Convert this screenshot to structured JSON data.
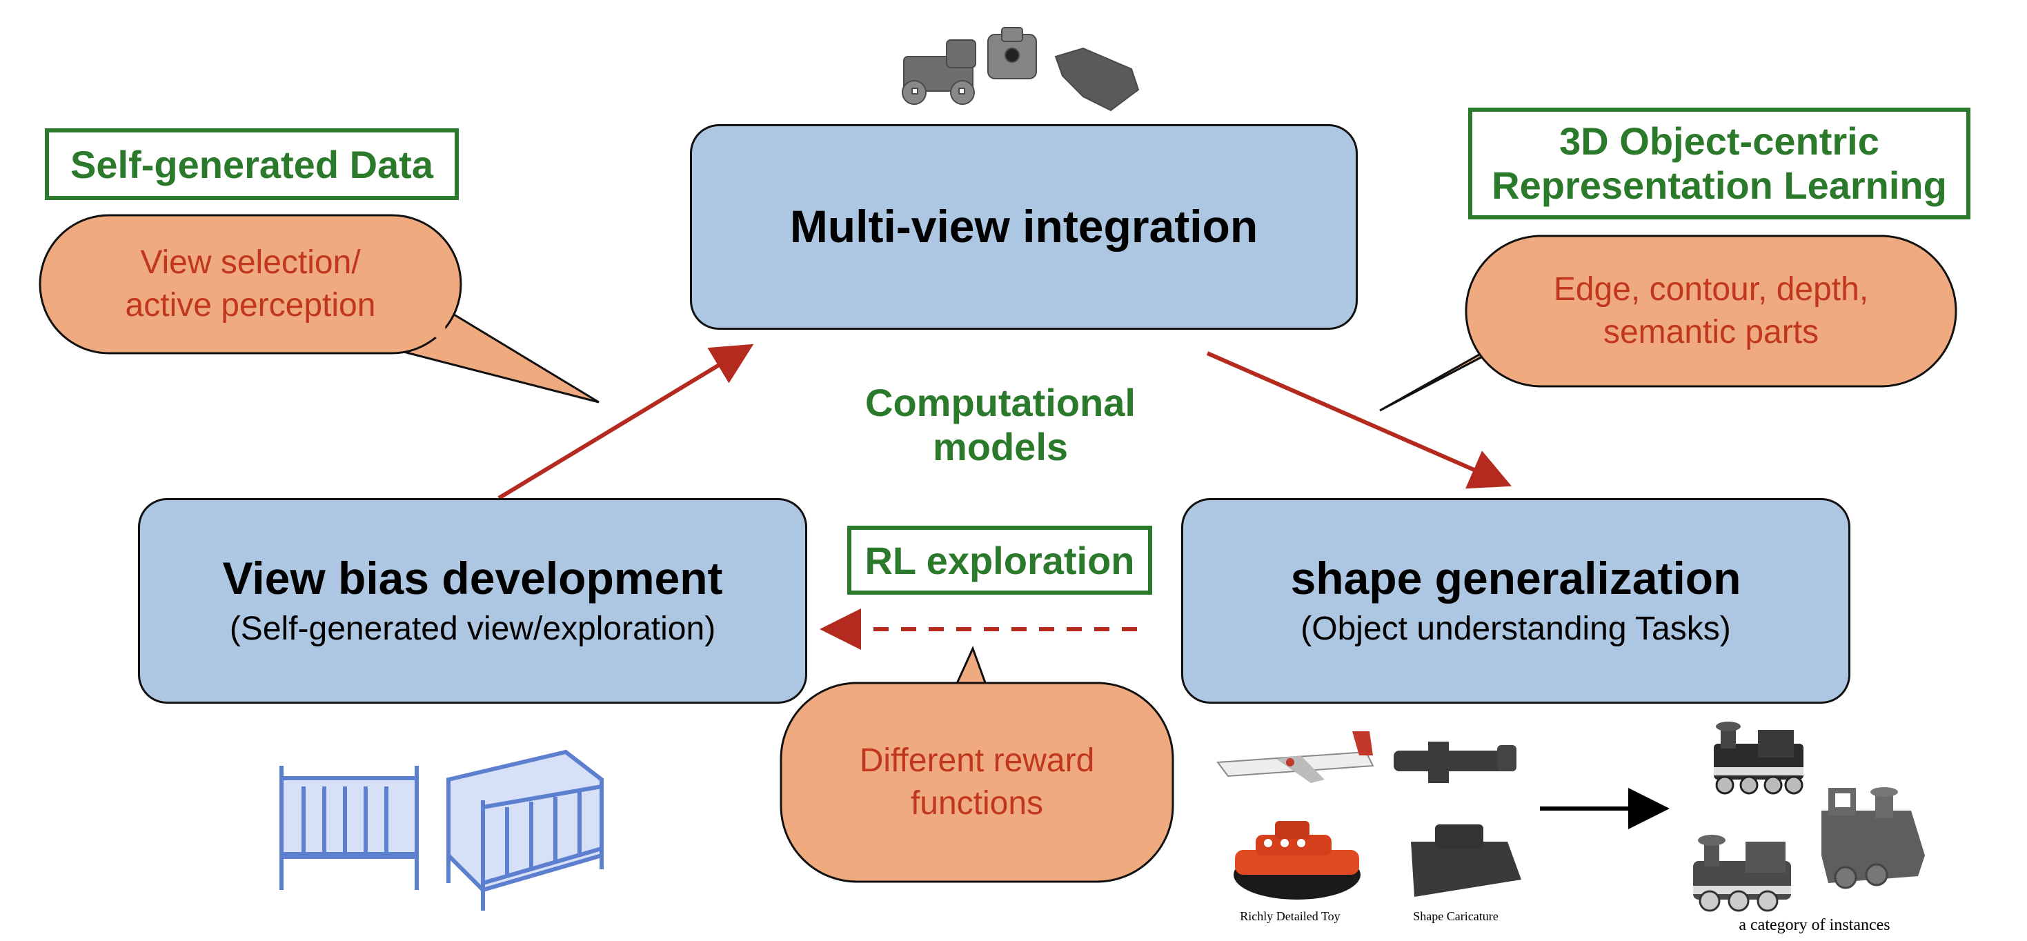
{
  "boxes": {
    "multiview": {
      "title": "Multi-view integration"
    },
    "viewbias": {
      "title": "View bias development",
      "subtitle": "(Self-generated view/exploration)"
    },
    "shape": {
      "title": "shape generalization",
      "subtitle": "(Object understanding Tasks)"
    }
  },
  "tags": {
    "self_generated": "Self-generated Data",
    "representation_line1": "3D Object-centric",
    "representation_line2": "Representation Learning",
    "rl": "RL exploration"
  },
  "bubbles": {
    "view_selection_line1": "View selection/",
    "view_selection_line2": "active perception",
    "edge_line1": "Edge, contour, depth,",
    "edge_line2": "semantic parts",
    "reward_line1": "Different reward",
    "reward_line2": "functions"
  },
  "center_label": {
    "line1": "Computational",
    "line2": "models"
  },
  "captions": {
    "richly_detailed": "Richly Detailed Toy",
    "shape_caricature": "Shape Caricature",
    "category": "a category of instances"
  },
  "colors": {
    "box_fill": "#adc6e2",
    "bubble_fill": "#efaa7f",
    "green": "#2b7a2b",
    "arrow_red": "#b52a1e",
    "bubble_text": "#c0361f"
  },
  "icons": {
    "top_objects": "toy-vehicle-icons",
    "cribs": "crib-images",
    "shape_examples": "toy-object-images",
    "category": "toy-train-images"
  }
}
